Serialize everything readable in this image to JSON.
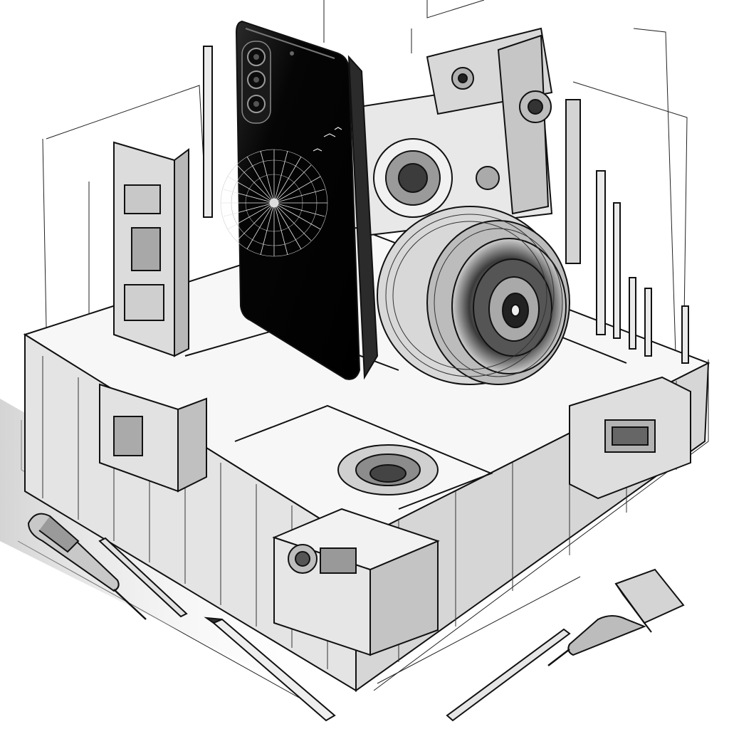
{
  "illustration": {
    "style": "black-and-white technical ink sketch",
    "subjects": [
      "smartphone",
      "camera-lens",
      "circuit-board-base",
      "screwdriver",
      "pen",
      "stylus"
    ],
    "colors": {
      "background": "#ffffff",
      "ink": "#111111",
      "phone_screen": "#050505",
      "light_gray": "#cfcfcf",
      "mid_gray": "#8a8a8a"
    }
  }
}
